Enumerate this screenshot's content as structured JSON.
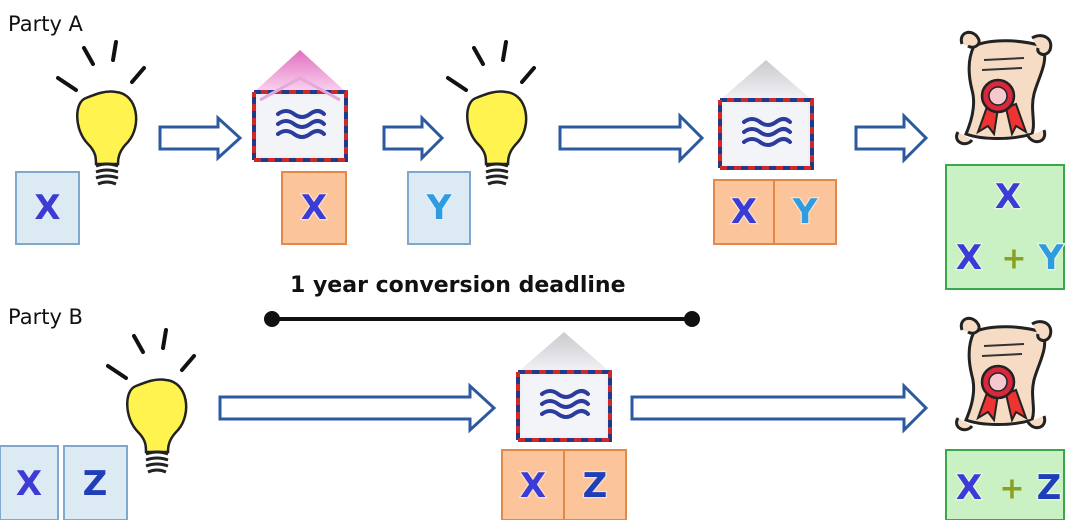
{
  "party_a": {
    "label": "Party A"
  },
  "party_b": {
    "label": "Party B"
  },
  "deadline": {
    "label": "1 year conversion deadline"
  },
  "letters": {
    "x": "X",
    "y": "Y",
    "z": "Z",
    "plus": "+"
  },
  "colors": {
    "blue_box_fill": "#dceaf4",
    "blue_box_stroke": "#7fa8cc",
    "orange_box_fill": "#fbc49a",
    "orange_box_stroke": "#e0894a",
    "green_box_fill": "#c9f1c3",
    "green_box_stroke": "#3aa84a",
    "letter_x": "#3b3bd6",
    "letter_y": "#2f9be0",
    "letter_z": "#1f3fb8",
    "plus": "#8aa020",
    "arrow_stroke": "#2c5aa0",
    "bulb": "#fff44f"
  },
  "icons": [
    "lightbulb-icon",
    "envelope-icon",
    "scroll-certificate-icon",
    "arrow-right-icon"
  ]
}
